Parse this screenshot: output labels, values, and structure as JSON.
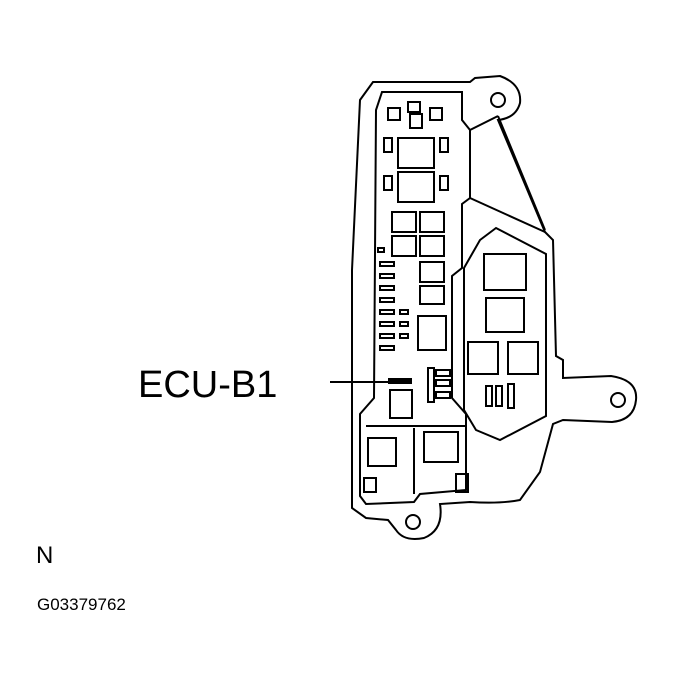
{
  "diagram": {
    "callout_label": "ECU-B1",
    "orientation_letter": "N",
    "figure_code": "G03379762"
  },
  "colors": {
    "line": "#000000",
    "background": "#ffffff"
  }
}
